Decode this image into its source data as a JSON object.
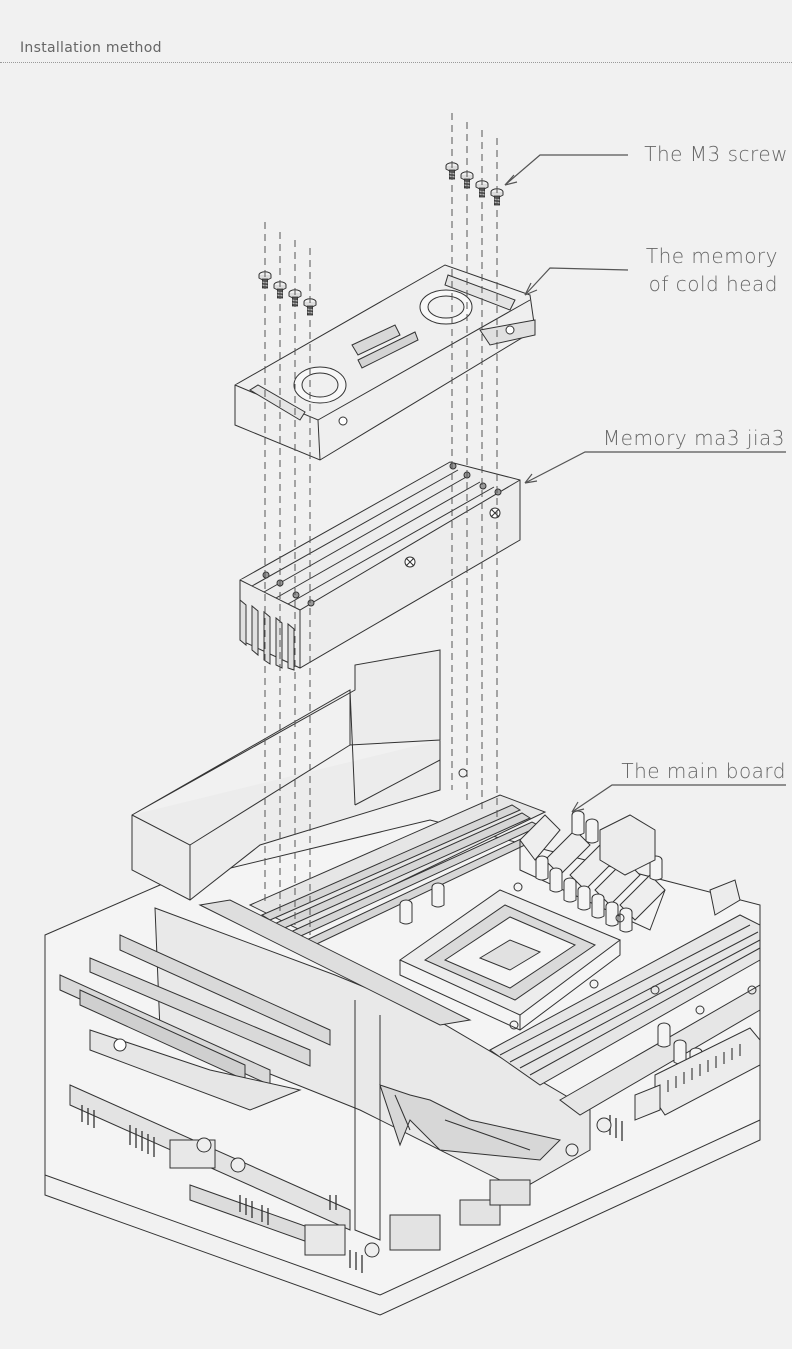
{
  "header": {
    "title": "Installation method"
  },
  "labels": {
    "m3_screw": "The M3 screw",
    "cold_head_line1": "The memory",
    "cold_head_line2": "of cold head",
    "memory_vest": "Memory ma3 jia3",
    "main_board": "The main board"
  },
  "colors": {
    "background": "#f1f1f1",
    "line": "#333333",
    "fill_light": "#ececec",
    "fill_mid": "#d9d9d9"
  }
}
